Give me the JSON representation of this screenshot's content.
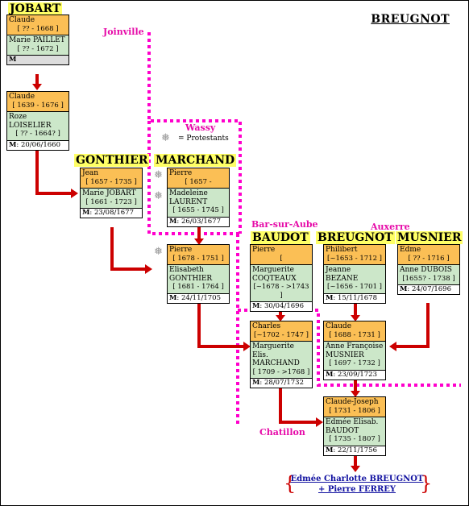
{
  "title": "BREUGNOT",
  "families": {
    "jobart": "JOBART",
    "gonthier": "GONTHIER",
    "marchand": "MARCHAND",
    "baudot": "BAUDOT",
    "breugnot": "BREUGNOT",
    "musnier": "MUSNIER"
  },
  "places": {
    "joinville": "Joinville",
    "wassy": "Wassy",
    "bar_sur_aube": "Bar-sur-Aube",
    "auxerre": "Auxerre",
    "chatillon": "Chatillon"
  },
  "legend": {
    "icon": "cross-icon",
    "text": "= Protestants"
  },
  "couples": [
    {
      "husband": "Claude",
      "h_dates": "[ ?? - 1668 ]",
      "wife": "Marie PAILLET",
      "w_dates": "[ ?? - 1672 ]",
      "m_label": "M",
      "m_date": ""
    },
    {
      "husband": "Claude",
      "h_dates": "[ 1639 - 1676 ]",
      "wife": "Roze LOISELIER",
      "w_dates": "[ ?? - 1664? ]",
      "m_label": "M",
      "m_date": ": 20/06/1660"
    },
    {
      "husband": "Jean",
      "h_dates": "[ 1657 - 1735 ]",
      "wife": "Marie JOBART",
      "w_dates": "[ 1661 - 1723 ]",
      "m_label": "M",
      "m_date": ": 23/08/1677"
    },
    {
      "husband": "Pierre",
      "h_dates": "[ 1657 -",
      "wife": "Madeleine LAURENT",
      "w_dates": "[ 1655 - 1745 ]",
      "m_label": "M",
      "m_date": ": 26/03/1677"
    },
    {
      "husband": "Pierre",
      "h_dates": "[ 1678 - 1751 ]",
      "wife": "Elisabeth GONTHIER",
      "w_dates": "[ 1681 - 1764 ]",
      "m_label": "M",
      "m_date": ": 24/11/1705"
    },
    {
      "husband": "Pierre",
      "h_dates": "[",
      "wife": "Marguerite COQTEAUX",
      "w_dates": "[~1678 - >1743 ]",
      "m_label": "M",
      "m_date": ": 30/04/1696"
    },
    {
      "husband": "Philibert",
      "h_dates": "[~1653 - 1712 ]",
      "wife": "Jeanne BEZANE",
      "w_dates": "[~1656 - 1701 ]",
      "m_label": "M",
      "m_date": ": 15/11/1678"
    },
    {
      "husband": "Edme",
      "h_dates": "[ ?? - 1716 ]",
      "wife": "Anne DUBOIS",
      "w_dates": "[1655? - 1738 ]",
      "m_label": "M",
      "m_date": ": 24/07/1696"
    },
    {
      "husband": "Charles",
      "h_dates": "[~1702 - 1747 ]",
      "wife": "Marguerite Elis. MARCHAND",
      "w_dates": "[ 1709 - >1768 ]",
      "m_label": "M",
      "m_date": ": 28/07/1732"
    },
    {
      "husband": "Claude",
      "h_dates": "[ 1688 - 1731 ]",
      "wife": "Anne Françoise MUSNIER",
      "w_dates": "[ 1697 - 1732 ]",
      "m_label": "M",
      "m_date": ": 23/09/1723"
    },
    {
      "husband": "Claude-Joseph",
      "h_dates": "[ 1731 - 1806 ]",
      "wife": "Edmée Elisab. BAUDOT",
      "w_dates": "[ 1735 - 1807 ]",
      "m_label": "M",
      "m_date": ": 22/11/1756"
    }
  ],
  "final": {
    "line1": "Edmée Charlotte BREUGNOT",
    "line2": "+ Pierre FERREY"
  }
}
